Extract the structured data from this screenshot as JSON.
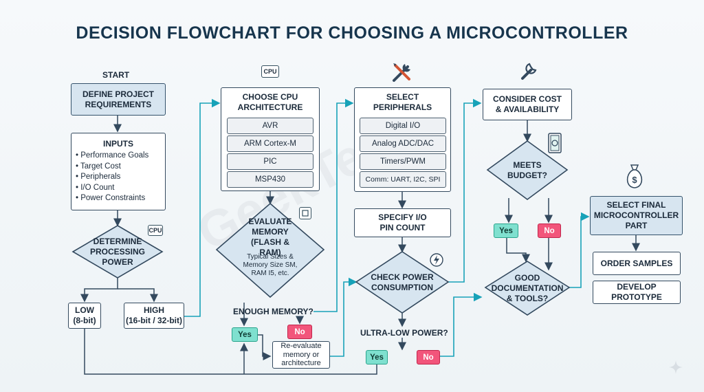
{
  "title": "DECISION FLOWCHART FOR CHOOSING A MICROCONTROLLER",
  "watermark": "GeekTechy",
  "start_label": "START",
  "define": "DEFINE PROJECT\nREQUIREMENTS",
  "inputs": {
    "title": "INPUTS",
    "items": [
      "Performance Goals",
      "Target Cost",
      "Peripherals",
      "I/O Count",
      "Power Constraints"
    ]
  },
  "determine": "DETERMINE\nPROCESSING\nPOWER",
  "low": "LOW\n(8-bit)",
  "high": "HIGH\n(16-bit / 32-bit)",
  "cpu": {
    "title": "CHOOSE CPU\nARCHITECTURE",
    "options": [
      "AVR",
      "ARM Cortex-M",
      "PIC",
      "MSP430"
    ]
  },
  "memory": {
    "title": "EVALUATE\nMEMORY\n(FLASH & RAM)",
    "detail": "Typical Sizes &\nMemory Size SM,\nRAM I5, etc."
  },
  "enough_memory": "ENOUGH MEMORY?",
  "reevaluate": "Re-evaluate\nmemory or\narchitecture",
  "peripherals": {
    "title": "SELECT\nPERIPHERALS",
    "options": [
      "Digital I/O",
      "Analog ADC/DAC",
      "Timers/PWM",
      "Comm: UART, I2C, SPI"
    ]
  },
  "pin_count": "SPECIFY I/O\nPIN COUNT",
  "power": "CHECK POWER\nCONSUMPTION",
  "ultra_low": "ULTRA-LOW POWER?",
  "cost": "CONSIDER COST\n& AVAILABILITY",
  "budget": "MEETS\nBUDGET?",
  "docs": "GOOD\nDOCUMENTATION\n& TOOLS?",
  "final": "SELECT FINAL\nMICROCONTROLLER\nPART",
  "order": "ORDER SAMPLES",
  "develop": "DEVELOP\nPROTOTYPE",
  "yes": "Yes",
  "no": "No",
  "cpu_chip": "CPU",
  "colors": {
    "yes": "#7fe0cf",
    "no": "#f2557b",
    "connector": "#17a2b8",
    "box_fill": "#d7e5f0"
  },
  "icons": [
    "cpu-chip-icon",
    "wrench-screwdriver-icon",
    "wrench-icon",
    "money-bill-icon",
    "money-bag-icon",
    "power-bolt-icon",
    "sparkle-icon"
  ]
}
